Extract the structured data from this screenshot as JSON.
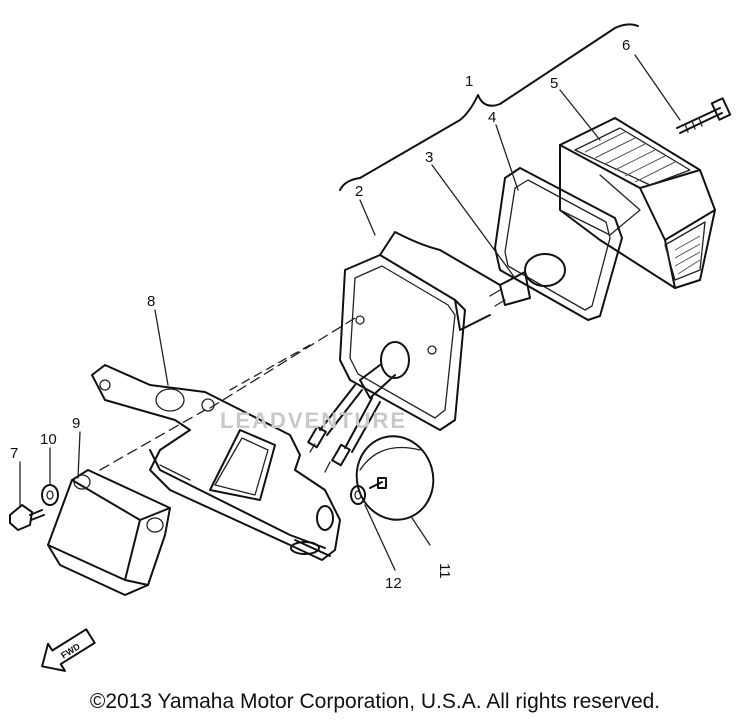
{
  "callouts": [
    {
      "id": "1",
      "label": "1"
    },
    {
      "id": "2",
      "label": "2"
    },
    {
      "id": "3",
      "label": "3"
    },
    {
      "id": "4",
      "label": "4"
    },
    {
      "id": "5",
      "label": "5"
    },
    {
      "id": "6",
      "label": "6"
    },
    {
      "id": "7",
      "label": "7"
    },
    {
      "id": "8",
      "label": "8"
    },
    {
      "id": "9",
      "label": "9"
    },
    {
      "id": "10",
      "label": "10"
    },
    {
      "id": "11",
      "label": "11"
    },
    {
      "id": "12",
      "label": "12"
    }
  ],
  "fwd_label": "FWD",
  "watermark": "LEADVENTURE",
  "copyright": "©2013 Yamaha Motor Corporation, U.S.A. All rights reserved."
}
